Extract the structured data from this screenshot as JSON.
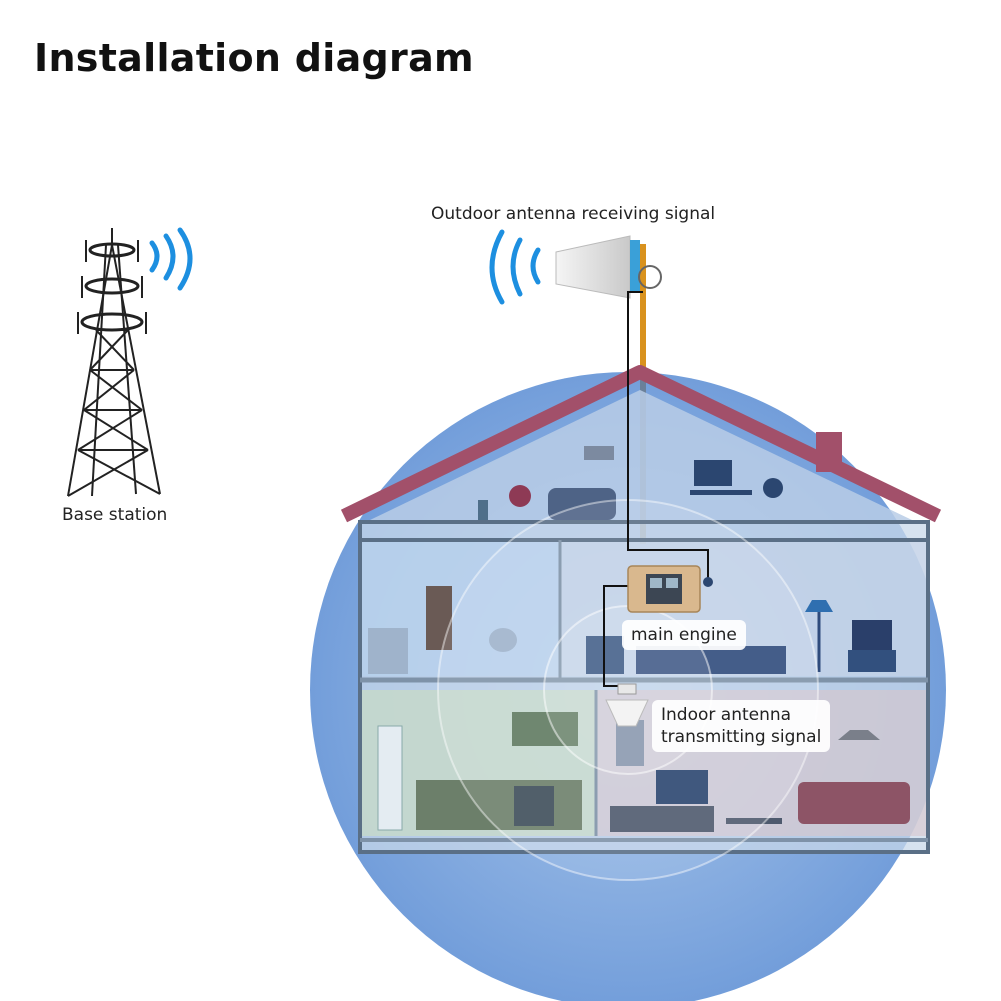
{
  "title": "Installation diagram",
  "labels": {
    "base_station": "Base station",
    "outdoor_antenna": "Outdoor antenna receiving signal",
    "main_engine": "main engine",
    "indoor_antenna_line1": "Indoor antenna",
    "indoor_antenna_line2": "transmitting signal"
  },
  "colors": {
    "signal_blue": "#1d8fe0",
    "coverage_blue": "#2f6fc4",
    "roof": "#a2506a",
    "cable_orange": "#d9921e"
  }
}
